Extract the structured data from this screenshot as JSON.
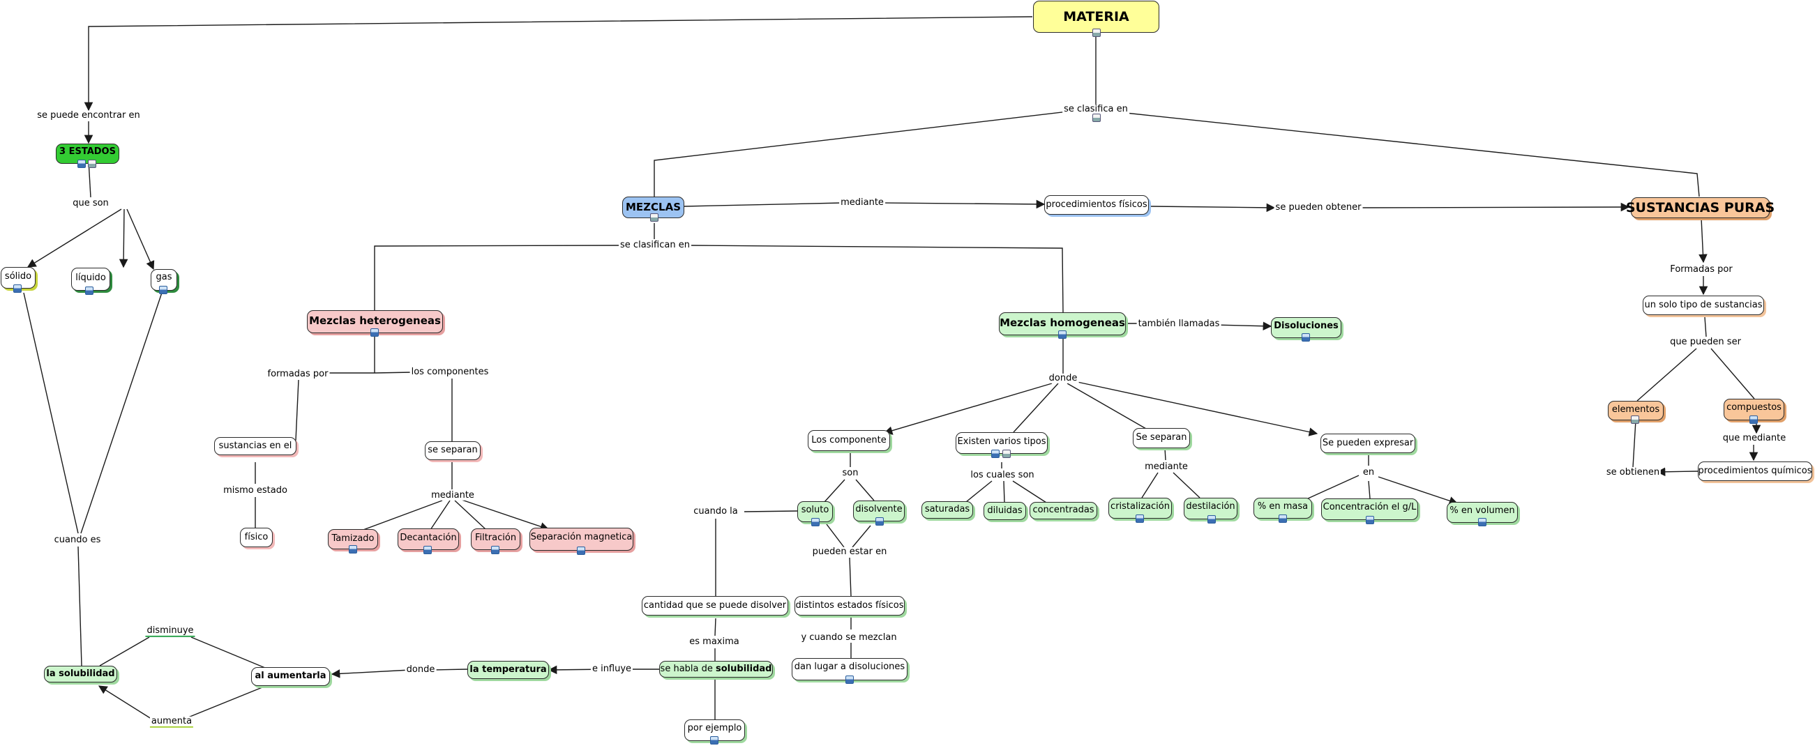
{
  "nodes": {
    "materia": "MATERIA",
    "estados": "3 ESTADOS",
    "solido": "sólido",
    "liquido": "líquido",
    "gas": "gas",
    "mezclas": "MEZCLAS",
    "procedimientos_fisicos": "procedimientos físicos",
    "sustancias_puras": "SUSTANCIAS PURAS",
    "mezclas_heterogeneas": "Mezclas  heterogeneas",
    "mezclas_homogeneas": "Mezclas homogeneas",
    "disoluciones": "Disoluciones",
    "sustancias_en_el": "sustancias en el",
    "se_separan_het": "se separan",
    "fisico": "físico",
    "tamizado": "Tamizado",
    "decantacion": "Decantación",
    "filtracion": "Filtración",
    "separacion_magnetica": "Separación magnetica",
    "los_componente": "Los componente",
    "existen_varios_tipos": "Existen varios tipos",
    "se_separan_hom": "Se separan",
    "se_pueden_expresar": "Se pueden expresar",
    "soluto": "soluto",
    "disolvente": "disolvente",
    "saturadas": "saturadas",
    "diluidas": "diluidas",
    "concentradas": "concentradas",
    "cristalizacion": "cristalización",
    "destilacion": "destilación",
    "pct_masa": "% en masa",
    "concentracion": "Concentración el g/L",
    "pct_volumen": "% en volumen",
    "cantidad": "cantidad que se puede disolver",
    "distintos_estados": "distintos estados físicos",
    "dan_lugar": "dan lugar a disoluciones",
    "se_habla_de": "se habla de ",
    "solubilidad_b": "solubilidad",
    "por_ejemplo": "por ejemplo",
    "la_temperatura": "la temperatura",
    "al_aumentarla": "al aumentarla",
    "la_solubilidad": "la solubilidad",
    "un_solo_tipo": "un solo tipo de sustancias",
    "elementos": "elementos",
    "compuestos": "compuestos",
    "proc_quimicos": "procedimientos químicos"
  },
  "phrases": {
    "se_puede_encontrar_en": "se puede encontrar en",
    "que_son": "que son",
    "cuando_es": "cuando es",
    "disminuye": "disminuye",
    "aumenta": "aumenta",
    "donde_temp": "donde",
    "e_influye": "e influye",
    "se_clasifica_en": "se clasifica en",
    "mediante_top": "mediante",
    "se_pueden_obtener": "se pueden obtener",
    "se_clasifican_en": "se clasifican en",
    "formadas_por_het": "formadas por",
    "los_componentes": "los componentes",
    "mismo_estado": "mismo estado",
    "mediante_het": "mediante",
    "tambien_llamadas": "también llamadas",
    "donde_hom": "donde",
    "son": "son",
    "los_cuales_son": "los cuales son",
    "mediante_hom": "mediante",
    "en": "en",
    "cuando_la": "cuando la",
    "pueden_estar_en": "pueden estar en",
    "es_maxima": "es maxima",
    "y_cuando_se_mezclan": "y cuando se mezclan",
    "formadas_por_sp": "Formadas por",
    "que_pueden_ser": "que pueden ser",
    "que_mediante": "que mediante",
    "se_obtienen": "se obtienen"
  },
  "colors": {
    "line": "#1a1a1a",
    "yellow": "#ffff99",
    "blue": "#9cc3f2",
    "lime": "#33cc33",
    "green": "#ccf5cc",
    "pink": "#f7c9c9",
    "orange": "#f9c69a"
  }
}
